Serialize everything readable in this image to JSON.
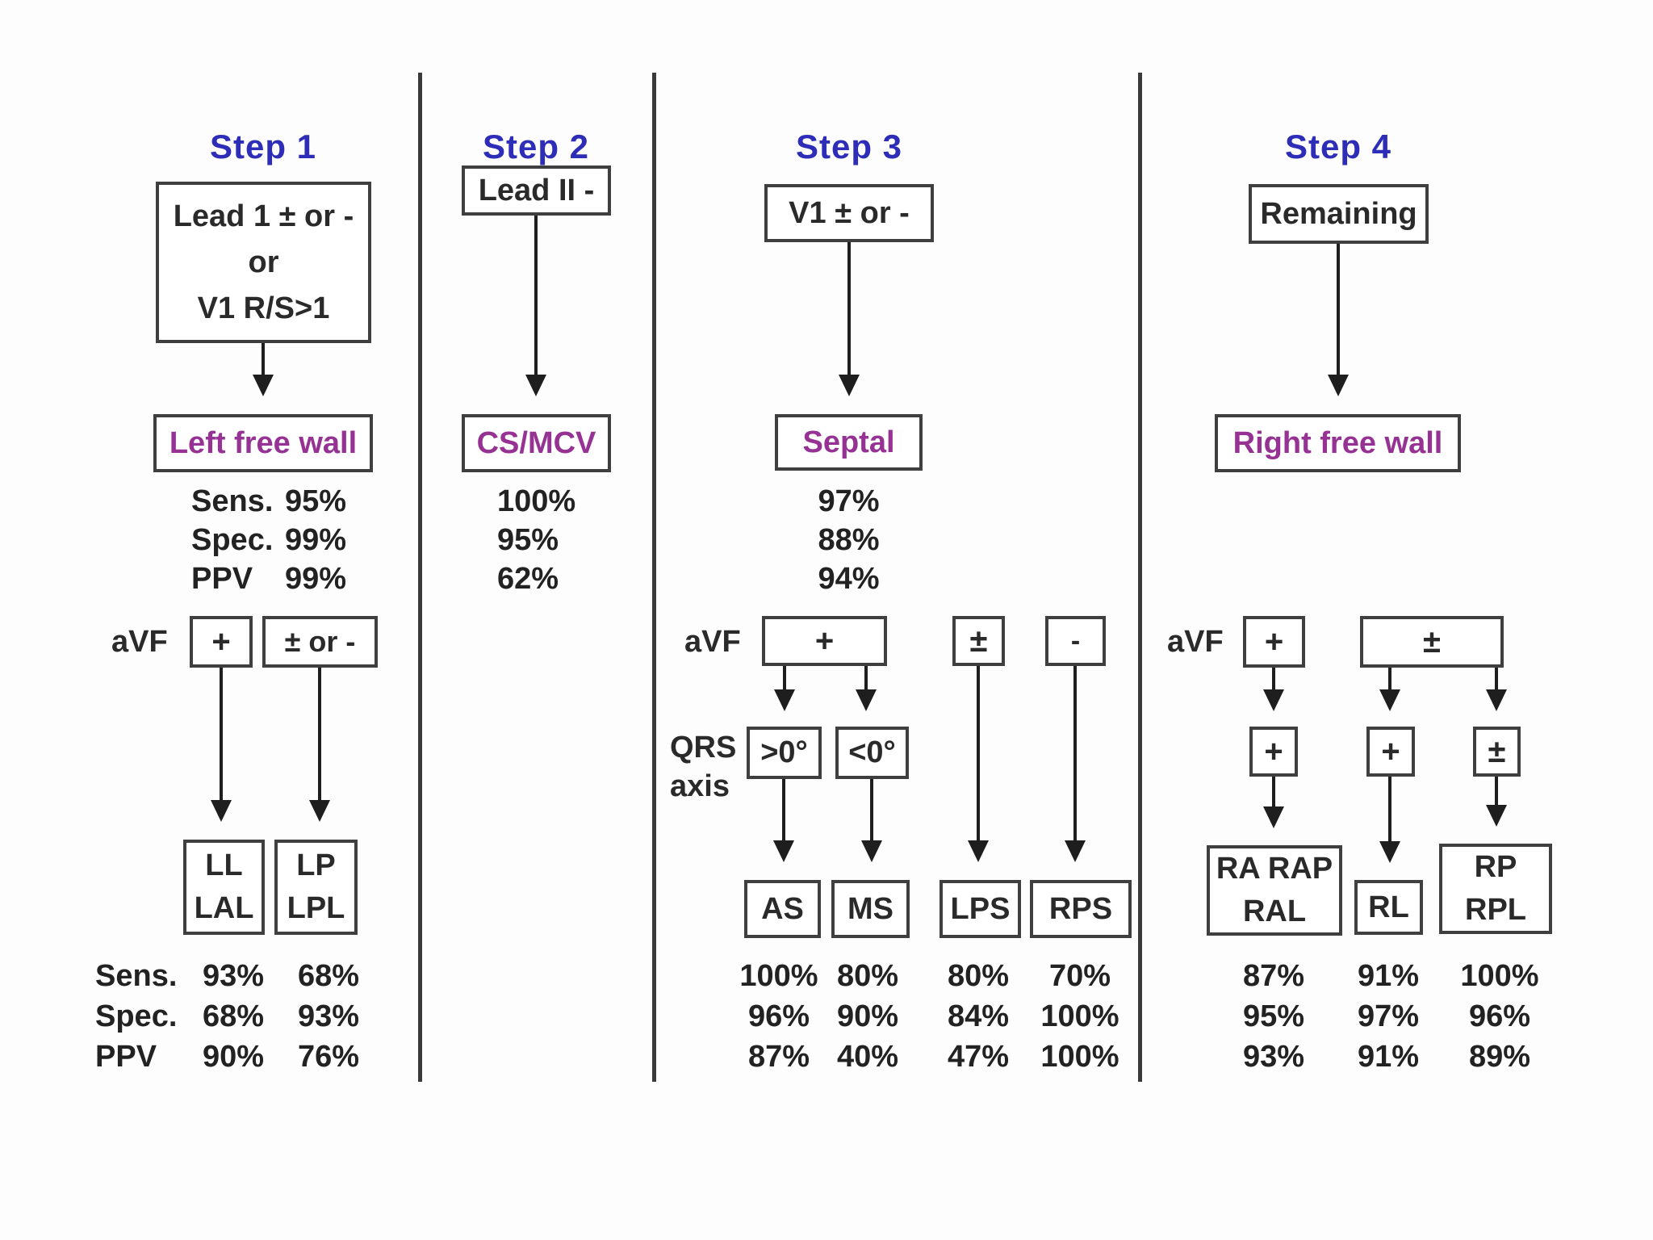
{
  "step1": {
    "header": "Step 1",
    "criteria_box": "Lead 1 ± or -\nor\nV1 R/S>1",
    "region_box": "Left free wall",
    "region_stats": [
      {
        "label": "Sens.",
        "value": "95%"
      },
      {
        "label": "Spec.",
        "value": "99%"
      },
      {
        "label": "PPV",
        "value": "99%"
      }
    ],
    "avf_label": "aVF",
    "avf_pos_box": "+",
    "avf_pm_box": "± or -",
    "outcome_box_1": "LL\nLAL",
    "outcome_box_2": "LP\nLPL",
    "outcome_stats": {
      "rows": [
        {
          "label": "Sens.",
          "v1": "93%",
          "v2": "68%"
        },
        {
          "label": "Spec.",
          "v1": "68%",
          "v2": "93%"
        },
        {
          "label": "PPV",
          "v1": "90%",
          "v2": "76%"
        }
      ]
    }
  },
  "step2": {
    "header": "Step 2",
    "criteria_box": "Lead II -",
    "region_box": "CS/MCV",
    "region_stats": [
      "100%",
      "95%",
      "62%"
    ]
  },
  "step3": {
    "header": "Step 3",
    "criteria_box": "V1 ± or -",
    "region_box": "Septal",
    "region_stats": [
      "97%",
      "88%",
      "94%"
    ],
    "avf_label": "aVF",
    "avf_boxes": [
      "+",
      "±",
      "-"
    ],
    "qrs_label": "QRS\naxis",
    "qrs_boxes": [
      ">0°",
      "<0°"
    ],
    "outcome_boxes": [
      "AS",
      "MS",
      "LPS",
      "RPS"
    ],
    "outcome_stats": [
      [
        "100%",
        "96%",
        "87%"
      ],
      [
        "80%",
        "90%",
        "40%"
      ],
      [
        "80%",
        "84%",
        "47%"
      ],
      [
        "70%",
        "100%",
        "100%"
      ]
    ]
  },
  "step4": {
    "header": "Step 4",
    "criteria_box": "Remaining",
    "region_box": "Right free wall",
    "avf_label": "aVF",
    "avf_boxes": [
      "+",
      "±"
    ],
    "mid_boxes": [
      "+",
      "+",
      "±"
    ],
    "outcome_boxes": [
      "RA RAP\nRAL",
      "RL",
      "RP\nRPL"
    ],
    "outcome_stats": [
      [
        "87%",
        "95%",
        "93%"
      ],
      [
        "91%",
        "97%",
        "91%"
      ],
      [
        "100%",
        "96%",
        "89%"
      ]
    ]
  },
  "colors": {
    "header_blue": "#2d2db8",
    "region_purple": "#963293",
    "line_dark": "#3a3a3a"
  }
}
